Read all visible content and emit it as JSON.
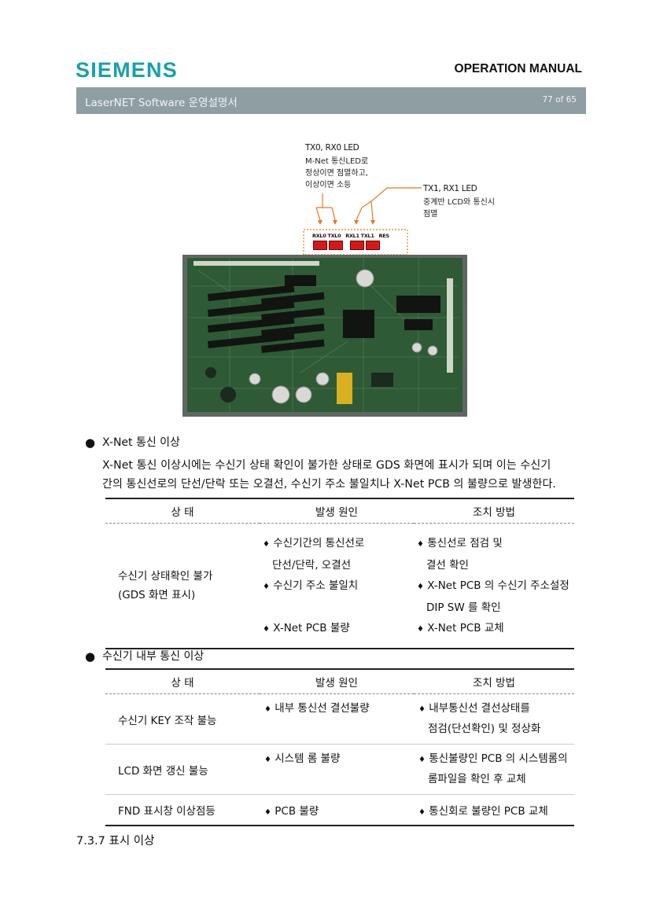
{
  "header": {
    "logo": "SIEMENS",
    "doc_type": "OPERATION MANUAL",
    "title": "LaserNET Software 운영설명서",
    "page": "77 of 65"
  },
  "figure": {
    "tx0_title": "TX0, RX0 LED",
    "tx0_desc": [
      "M-Net 통신LED로",
      "정상이면 점멸하고,",
      "이상이면 소등"
    ],
    "tx1_title": "TX1, RX1 LED",
    "tx1_desc": [
      "중계반 LCD와 통신시",
      "점멸"
    ],
    "led_labels": "RXL0 TXL0   RXL1 TXL1   RES"
  },
  "section1": {
    "title": "X-Net 통신 이상",
    "para": [
      "X-Net 통신 이상시에는 수신기 상태 확인이 불가한 상태로 GDS 화면에 표시가 되며 이는 수신기",
      "간의 통신선로의 단선/단락 또는 오결선, 수신기 주소 불일치나 X-Net PCB 의 불량으로 발생한다."
    ],
    "table": {
      "headers": [
        "상 태",
        "발생 원인",
        "조치 방법"
      ],
      "state": [
        "수신기 상태확인 불가",
        "(GDS 화면 표시)"
      ],
      "causes": [
        [
          "수신기간의 통신선로",
          "단선/단락, 오결선"
        ],
        [
          "수신기 주소 불일치"
        ],
        [
          "X-Net PCB 불량"
        ]
      ],
      "actions": [
        [
          "통신선로 점검 및",
          "결선 확인"
        ],
        [
          "X-Net PCB 의 수신기 주소설정",
          "DIP SW 를 확인"
        ],
        [
          "X-Net PCB 교체"
        ]
      ]
    }
  },
  "section2": {
    "title": "수신기 내부 통신 이상",
    "table": {
      "headers": [
        "상 태",
        "발생 원인",
        "조치 방법"
      ],
      "rows": [
        {
          "state": "수신기 KEY 조작 불능",
          "cause": "내부 통신선 결선불량",
          "action": [
            "내부통신선 결선상태를",
            "점검(단선확인) 및 정상화"
          ]
        },
        {
          "state": "LCD 화면 갱신 불능",
          "cause": "시스템 롬 불량",
          "action": [
            "통신불량인 PCB 의 시스템롬의",
            "롬파일을 확인 후 교체"
          ]
        },
        {
          "state": "FND 표시창 이상점등",
          "cause": "PCB 불량",
          "action": [
            "통신회로 불량인 PCB 교체"
          ]
        }
      ]
    }
  },
  "subsection": "7.3.7 표시 이상",
  "colors": {
    "brand": "#18a0b0",
    "header_bar": "#8e9ea3",
    "annotation_line": "#e8791e",
    "led": "#d81818",
    "pcb": "#2e5a36"
  },
  "icons": {
    "bullet": "●",
    "diamond": "♦"
  }
}
